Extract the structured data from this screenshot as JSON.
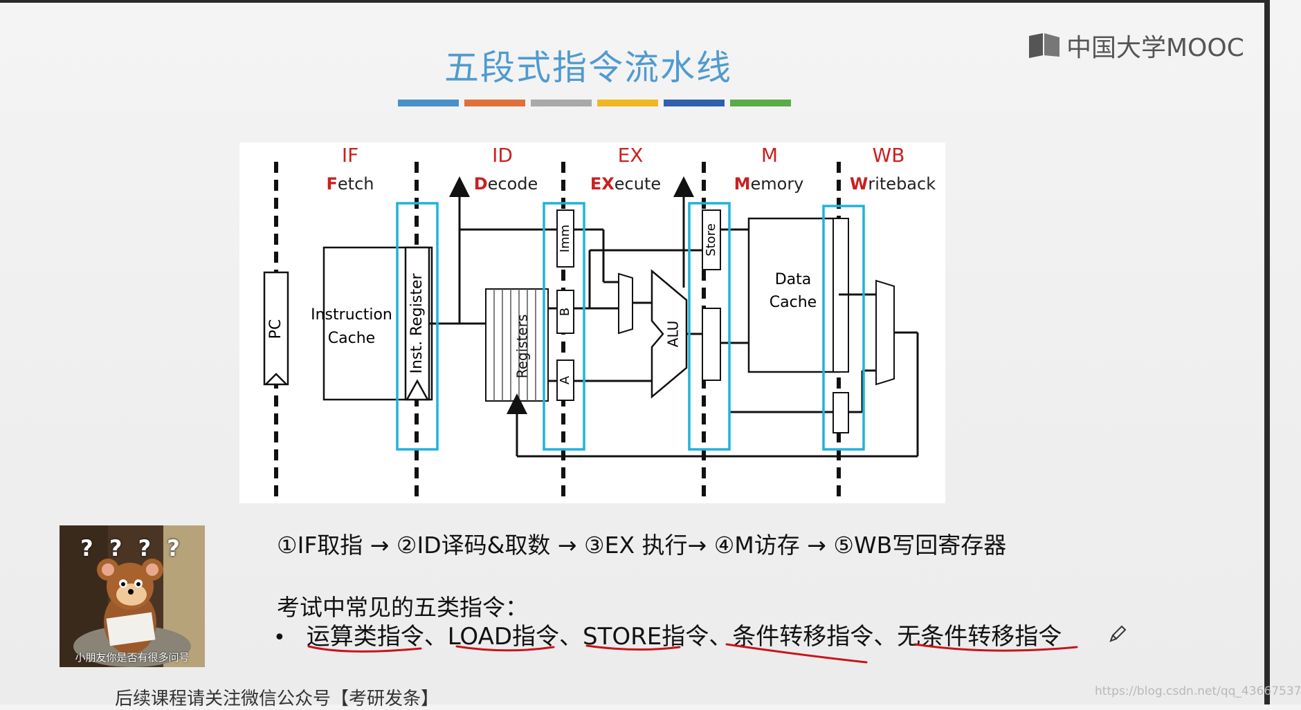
{
  "title": "五段式指令流水线",
  "brand": {
    "name": "中国大学MOOC",
    "logo_icon": "mooc-book-icon"
  },
  "color_strip": [
    "#4a90c8",
    "#e0703a",
    "#a9a9a9",
    "#f0b820",
    "#2f5fae",
    "#5aac46"
  ],
  "diagram": {
    "stages": [
      {
        "abbr": "IF",
        "initial": "F",
        "rest": "etch"
      },
      {
        "abbr": "ID",
        "initial": "D",
        "rest": "ecode"
      },
      {
        "abbr": "EX",
        "initial": "EX",
        "rest": "ecute"
      },
      {
        "abbr": "M",
        "initial": "M",
        "rest": "emory"
      },
      {
        "abbr": "WB",
        "initial": "W",
        "rest": "riteback"
      }
    ],
    "labels": {
      "pc": "PC",
      "icache_1": "Instruction",
      "icache_2": "Cache",
      "inst_reg": "Inst. Register",
      "registers": "Registers",
      "imm": "Imm",
      "b": "B",
      "a": "A",
      "alu": "ALU",
      "store": "Store",
      "dcache_1": "Data",
      "dcache_2": "Cache"
    },
    "colors": {
      "stage_red": "#cc1f1f",
      "highlight": "#1fb3d9",
      "line": "#111111"
    }
  },
  "steps_text": "①IF取指 → ②ID译码&取数 → ③EX 执行→ ④M访存 → ⑤WB写回寄存器",
  "exam": {
    "heading": "考试中常见的五类指令：",
    "bullet": "•",
    "items": [
      "运算类指令",
      "LOAD指令",
      "STORE指令",
      "条件转移指令",
      "无条件转移指令"
    ],
    "separator": "、"
  },
  "meme": {
    "marks": "? ? ? ?",
    "caption": "小朋友你是否有很多问号"
  },
  "footer": "后续课程请关注微信公众号【考研发条】",
  "watermark": "https://blog.csdn.net/qq_43667537"
}
